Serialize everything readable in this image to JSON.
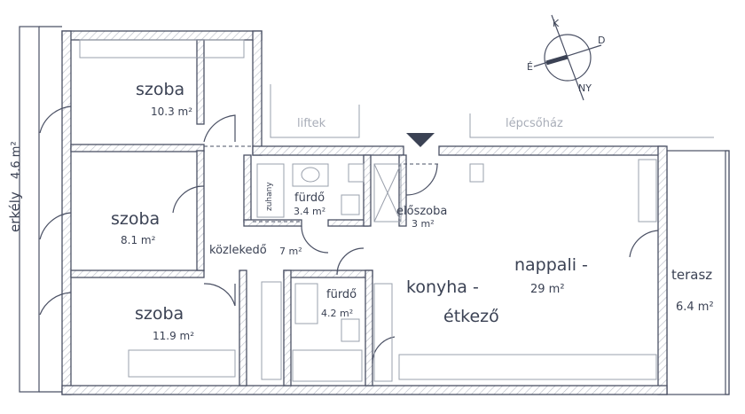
{
  "compass": {
    "north": "K",
    "east": "D",
    "west": "É",
    "south": "NY"
  },
  "rooms": [
    {
      "name": "szoba",
      "area": "10.3 m²"
    },
    {
      "name": "szoba",
      "area": "8.1 m²"
    },
    {
      "name": "szoba",
      "area": "11.9 m²"
    },
    {
      "name": "fürdő",
      "area": "3.4 m²",
      "extra": "zuhany"
    },
    {
      "name": "fürdő",
      "area": "4.2 m²"
    },
    {
      "name": "előszoba",
      "area": "3 m²"
    },
    {
      "name": "közlekedő",
      "area": "7 m²"
    },
    {
      "name": "nappali -",
      "area": "29 m²"
    },
    {
      "name": "konyha -",
      "name2": "étkező"
    },
    {
      "name": "terasz",
      "area": "6.4 m²"
    },
    {
      "name": "erkély",
      "area": "4.6 m²"
    }
  ],
  "outside": {
    "lifts": "liftek",
    "stairs": "lépcsőház"
  },
  "colors": {
    "wall": "#4a5064",
    "entrance": "#3b4254"
  }
}
